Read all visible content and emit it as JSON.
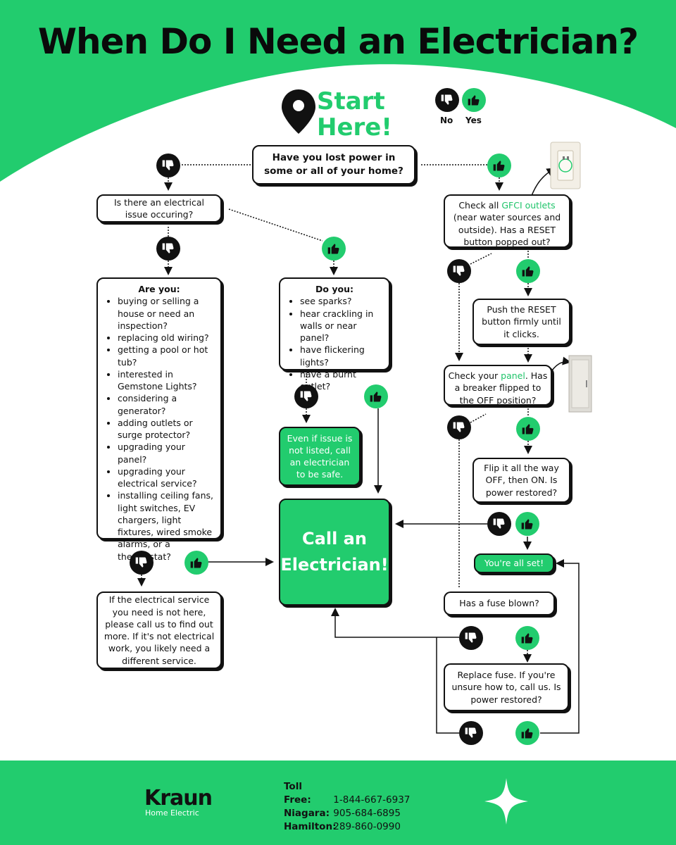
{
  "title": "When Do I Need an Electrician?",
  "start": {
    "line1": "Start",
    "line2": "Here!"
  },
  "legend": {
    "no": "No",
    "yes": "Yes"
  },
  "nodes": {
    "q_power": "Have you lost power in some or all of your home?",
    "q_issue": "Is there an electrical issue occuring?",
    "are_you": {
      "head": "Are you:",
      "items": [
        "buying or selling a house or need an inspection?",
        "replacing old wiring?",
        "getting a pool or hot tub?",
        "interested in Gemstone Lights?",
        "considering a generator?",
        "adding outlets or surge protector?",
        "upgrading your panel?",
        "upgrading your electrical service?",
        "installing ceiling fans, light switches, EV chargers, light fixtures, wired smoke alarms, or a thermostat?"
      ]
    },
    "do_you": {
      "head": "Do you:",
      "items": [
        "see sparks?",
        "hear crackling in walls or near panel?",
        "have flickering lights?",
        "have a burnt outlet?"
      ]
    },
    "not_listed": "Even if issue is not listed, call an electrician to be safe.",
    "call": "Call an Electrician!",
    "not_here": "If the electrical service you need is not here, please call us to find out more. If it's not electrical work, you likely need a different service.",
    "gfci": {
      "pre": "Check all ",
      "link": "GFCI outlets",
      "post": " (near water sources and outside). Has a RESET button popped out?"
    },
    "push_reset": "Push the RESET button firmly until it clicks.",
    "panel": {
      "pre": "Check your ",
      "link": "panel",
      "post": ". Has a breaker flipped to the OFF position?"
    },
    "flip": "Flip it all the way OFF, then ON. Is power restored?",
    "all_set": "You're all set!",
    "fuse": "Has a fuse blown?",
    "replace_fuse": "Replace fuse. If you're unsure how to, call us. Is power restored?"
  },
  "footer": {
    "brand": "Kraun",
    "brand_sub": "Home Electric",
    "contacts": [
      {
        "label": "Toll Free:",
        "value": "1-844-667-6937"
      },
      {
        "label": "Niagara:",
        "value": "905-684-6895"
      },
      {
        "label": "Hamilton:",
        "value": "289-860-0990"
      }
    ]
  },
  "colors": {
    "accent": "#22cc6e",
    "ink": "#111111"
  }
}
